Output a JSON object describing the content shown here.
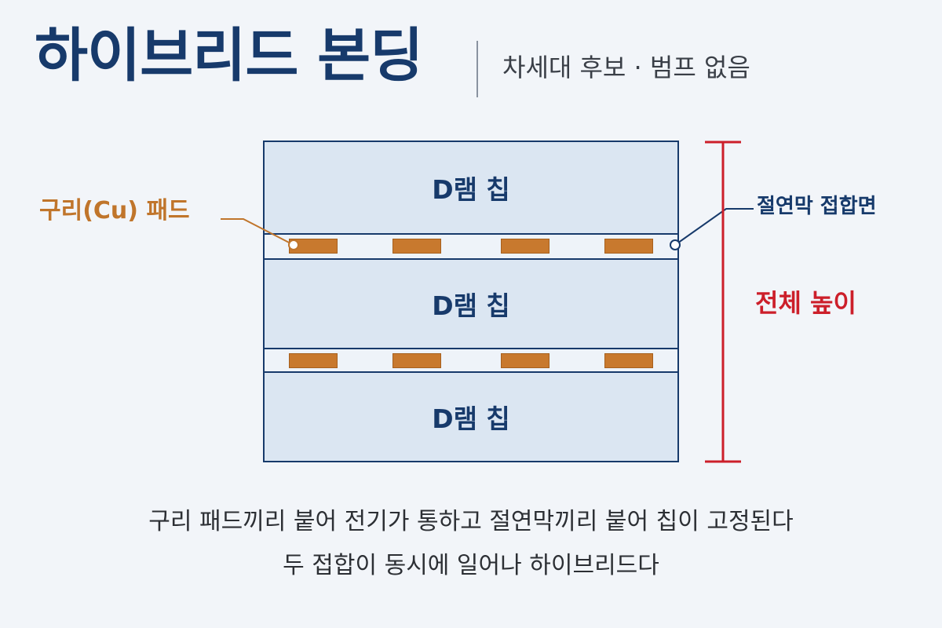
{
  "title": "하이브리드 본딩",
  "subtitle": "차세대 후보 · 범프 없음",
  "chips": [
    {
      "label": "D램 칩"
    },
    {
      "label": "D램 칩"
    },
    {
      "label": "D램 칩"
    }
  ],
  "labels": {
    "copper_pad": "구리(Cu) 패드",
    "insulator_interface": "절연막 접합면",
    "total_height": "전체 높이"
  },
  "caption": {
    "line1": "구리 패드끼리 붙어 전기가 통하고 절연막끼리 붙어 칩이 고정된다",
    "line2": "두 접합이 동시에 일어나 하이브리드다"
  },
  "colors": {
    "navy": "#173a6b",
    "copper": "#c8792e",
    "red": "#cc1f2a",
    "background": "#f2f5f9"
  }
}
